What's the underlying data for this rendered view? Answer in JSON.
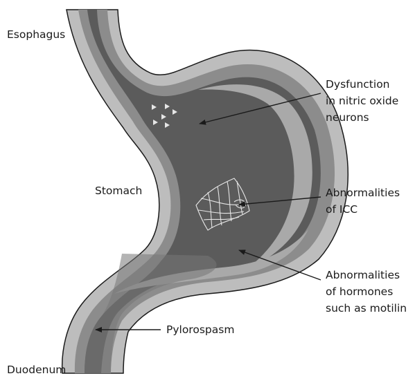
{
  "labels": {
    "esophagus": "Esophagus",
    "stomach": "Stomach",
    "duodenum": "Duodenum",
    "pylorospasm": "Pylorospasm",
    "nitric_oxide": [
      "Dysfunction",
      "in nitric oxide",
      "neurons"
    ],
    "icc": [
      "Abnormalities",
      "of ICC"
    ],
    "hormones": [
      "Abnormalities",
      "of hormones",
      "such as motilin"
    ]
  },
  "colors": {
    "outer_wall": "#bdbdbd",
    "muscle_band": "#8c8c8c",
    "lumen": "#5b5b5b",
    "inner_highlight": "#a9a9a9",
    "outline": "#1a1a1a",
    "arrow": "#1a1a1a",
    "triangles": "#e6e6e6"
  }
}
